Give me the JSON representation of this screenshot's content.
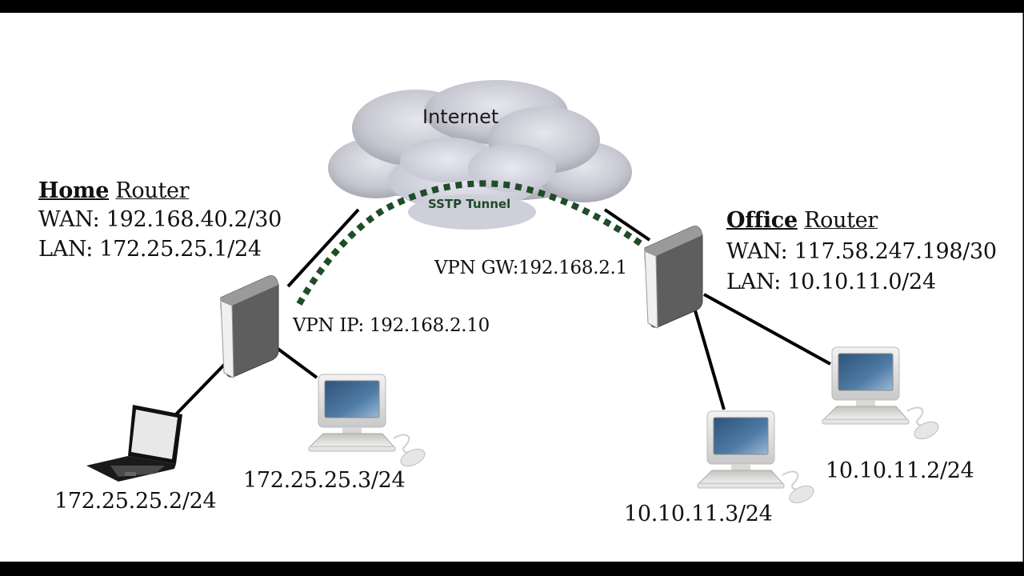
{
  "cloud": {
    "label": "Internet",
    "icon": "cloud-icon"
  },
  "tunnel": {
    "label": "SSTP Tunnel",
    "color": "#1e4d26"
  },
  "home_router": {
    "name_bold": "Home",
    "name_plain": "Router",
    "wan": "WAN: 192.168.40.2/30",
    "lan": "LAN: 172.25.25.1/24",
    "vpn_ip": "VPN IP: 192.168.2.10",
    "icon": "router-icon"
  },
  "office_router": {
    "name_bold": "Office",
    "name_plain": "Router",
    "wan": "WAN: 117.58.247.198/30",
    "lan": "LAN: 10.10.11.0/24",
    "vpn_gw": "VPN GW:192.168.2.1",
    "icon": "router-icon"
  },
  "home_clients": [
    {
      "type": "laptop",
      "ip": "172.25.25.2/24",
      "icon": "laptop-icon"
    },
    {
      "type": "desktop",
      "ip": "172.25.25.3/24",
      "icon": "desktop-icon"
    }
  ],
  "office_clients": [
    {
      "type": "desktop",
      "ip": "10.10.11.3/24",
      "icon": "desktop-icon"
    },
    {
      "type": "desktop",
      "ip": "10.10.11.2/24",
      "icon": "desktop-icon"
    }
  ],
  "colors": {
    "link": "#000000",
    "tunnel": "#1e4d26",
    "screen": "#3d6690"
  }
}
